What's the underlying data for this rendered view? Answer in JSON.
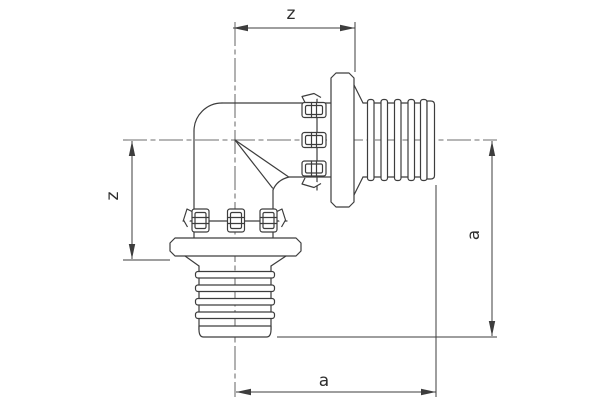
{
  "drawing": {
    "description": "90 degree elbow pipe fitting, technical dimension drawing",
    "background_color": "#ffffff",
    "line_color": "#3d3d3d",
    "labels": {
      "dim_top": "z",
      "dim_left": "z",
      "dim_right": "a",
      "dim_bottom": "a"
    }
  }
}
